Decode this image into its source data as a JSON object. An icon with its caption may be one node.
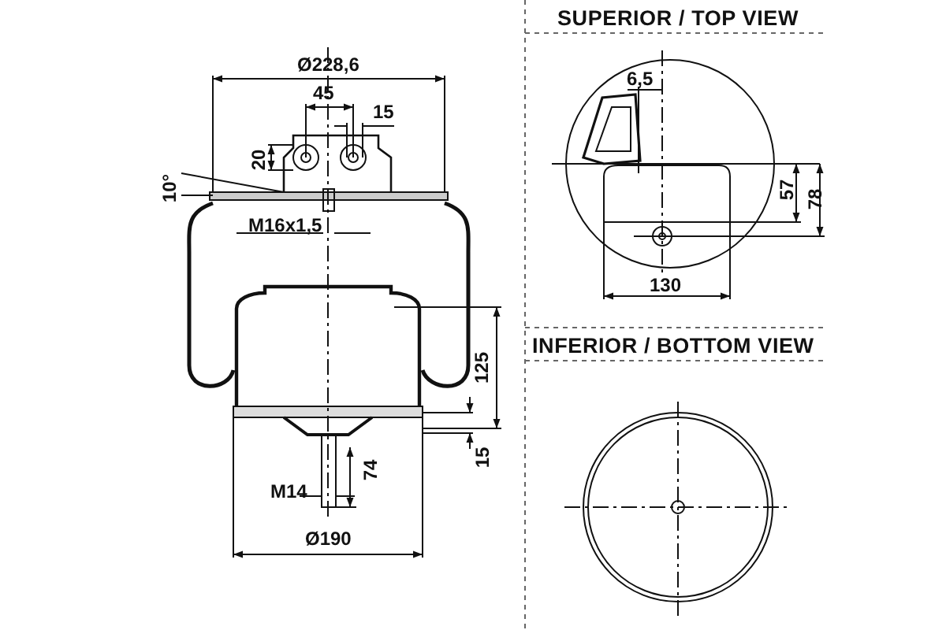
{
  "diagram": {
    "labels": [
      "SUPERIOR / TOP VIEW",
      "Ø228,6",
      "6,5",
      "45",
      "15",
      "20",
      "10°",
      "57",
      "78",
      "M16x1,5",
      "130",
      "INFERIOR / BOTTOM VIEW",
      "125",
      "15",
      "74",
      "M14",
      "Ø190"
    ]
  }
}
